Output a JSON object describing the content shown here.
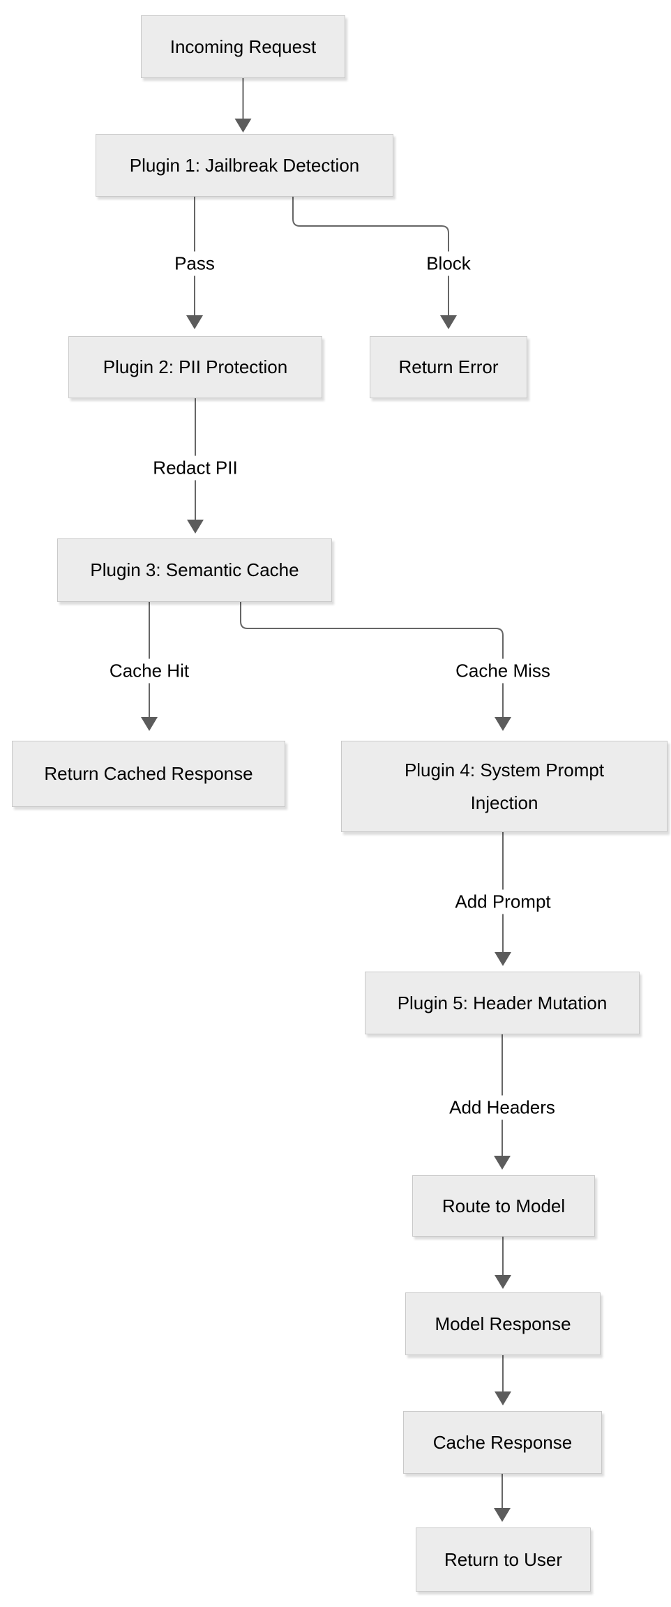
{
  "diagram": {
    "type": "flowchart",
    "direction": "top-down",
    "nodes": [
      {
        "id": "incoming_request",
        "label": "Incoming Request"
      },
      {
        "id": "plugin_1",
        "label": "Plugin 1: Jailbreak Detection"
      },
      {
        "id": "plugin_2",
        "label": "Plugin 2: PII Protection"
      },
      {
        "id": "return_error",
        "label": "Return Error"
      },
      {
        "id": "plugin_3",
        "label": "Plugin 3: Semantic Cache"
      },
      {
        "id": "return_cached_response",
        "label": "Return Cached Response"
      },
      {
        "id": "plugin_4",
        "label": "Plugin 4: System Prompt Injection"
      },
      {
        "id": "plugin_5",
        "label": "Plugin 5: Header Mutation"
      },
      {
        "id": "route_to_model",
        "label": "Route to Model"
      },
      {
        "id": "model_response",
        "label": "Model Response"
      },
      {
        "id": "cache_response",
        "label": "Cache Response"
      },
      {
        "id": "return_to_user",
        "label": "Return to User"
      }
    ],
    "edges": [
      {
        "from": "incoming_request",
        "to": "plugin_1",
        "label": ""
      },
      {
        "from": "plugin_1",
        "to": "plugin_2",
        "label": "Pass"
      },
      {
        "from": "plugin_1",
        "to": "return_error",
        "label": "Block"
      },
      {
        "from": "plugin_2",
        "to": "plugin_3",
        "label": "Redact PII"
      },
      {
        "from": "plugin_3",
        "to": "return_cached_response",
        "label": "Cache Hit"
      },
      {
        "from": "plugin_3",
        "to": "plugin_4",
        "label": "Cache Miss"
      },
      {
        "from": "plugin_4",
        "to": "plugin_5",
        "label": "Add Prompt"
      },
      {
        "from": "plugin_5",
        "to": "route_to_model",
        "label": "Add Headers"
      },
      {
        "from": "route_to_model",
        "to": "model_response",
        "label": ""
      },
      {
        "from": "model_response",
        "to": "cache_response",
        "label": ""
      },
      {
        "from": "cache_response",
        "to": "return_to_user",
        "label": ""
      }
    ],
    "colors": {
      "node_fill": "#ececec",
      "node_border": "#c9c9c9",
      "edge_line": "#666666",
      "arrowhead": "#5c5c5c",
      "text": "#000000",
      "background": "#ffffff"
    }
  }
}
